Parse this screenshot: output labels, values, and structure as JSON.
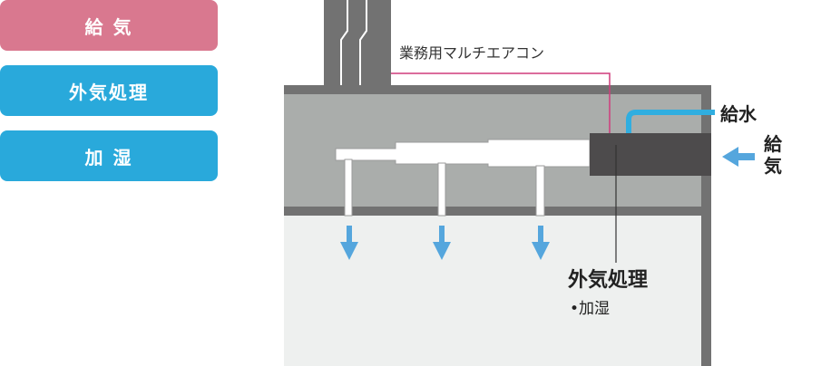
{
  "badges": {
    "supply_air": "給 気",
    "outdoor_air_processing": "外気処理",
    "humidification": "加 湿"
  },
  "labels": {
    "multi_aircon": "業務用マルチエアコン",
    "water_supply": "給水",
    "supply_air_vertical": [
      "給",
      "気"
    ],
    "outdoor_air_processing": "外気処理",
    "humidification_bullet": "•加湿"
  },
  "colors": {
    "supply_badge": "#d9788f",
    "blue_badge": "#29a9db",
    "wall": "#727272",
    "ceiling_space": "#aaadab",
    "room": "#eef0ef",
    "unit": "#4d4b4c",
    "duct": "#ffffff",
    "arrow": "#55a6dd",
    "water_pipe": "#30aee0",
    "leader_pink": "#cf3c7c"
  }
}
